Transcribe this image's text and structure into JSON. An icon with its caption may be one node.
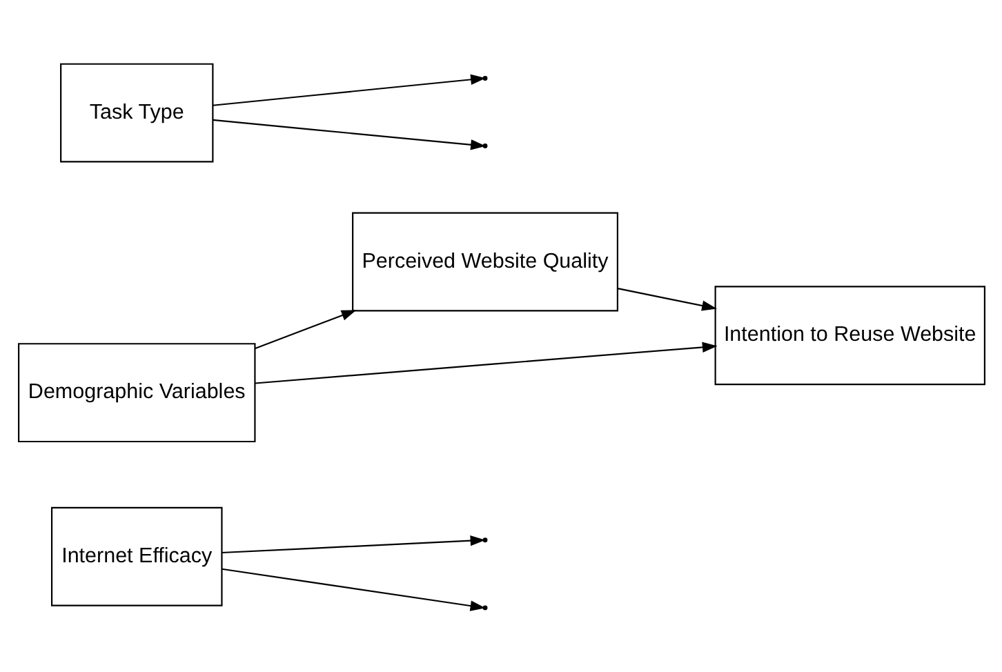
{
  "diagram": {
    "nodes": [
      {
        "text": [
          "Internet Efficacy"
        ]
      },
      {
        "text": [
          "Perceived Website Quality"
        ]
      },
      {
        "text": [
          "Demographic Variables"
        ]
      },
      {
        "text": [
          "Intention to Reuse Website"
        ]
      },
      {
        "text": [
          "Task Type"
        ]
      }
    ],
    "edges": [
      {
        "from": 2,
        "to": 1,
        "arrow": "to"
      },
      {
        "from": 2,
        "to": 3,
        "arrow": "to"
      },
      {
        "from": 1,
        "to": 3,
        "arrow": "to"
      },
      {
        "from": 0,
        "to": null,
        "arrow": "to"
      },
      {
        "from": 0,
        "to": null,
        "arrow": "to"
      },
      {
        "from": 4,
        "to": null,
        "arrow": "to"
      },
      {
        "from": 4,
        "to": null,
        "arrow": "to"
      }
    ]
  }
}
